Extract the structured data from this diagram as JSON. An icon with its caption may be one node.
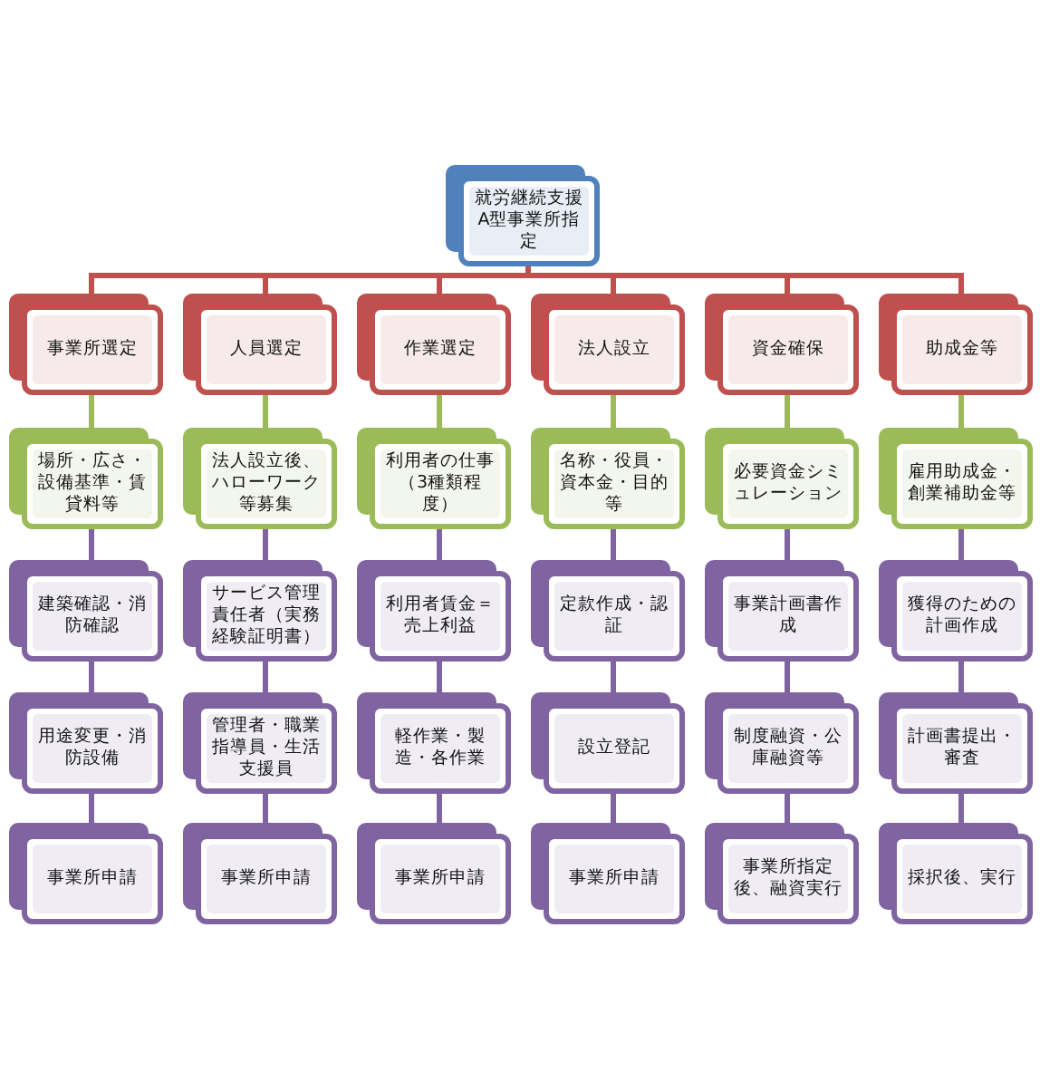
{
  "diagram": {
    "nodes": [
      {
        "text": [
          "就労継続支援A型事業所指定"
        ]
      },
      {
        "text": [
          "事業所選定"
        ]
      },
      {
        "text": [
          "人員選定"
        ]
      },
      {
        "text": [
          "作業選定"
        ]
      },
      {
        "text": [
          "法人設立"
        ]
      },
      {
        "text": [
          "資金確保"
        ]
      },
      {
        "text": [
          "助成金等"
        ]
      },
      {
        "text": [
          "場所・広さ・設備基準・賃貸料等"
        ]
      },
      {
        "text": [
          "法人設立後、ハローワーク等募集"
        ]
      },
      {
        "text": [
          "利用者の仕事（3種類程度）"
        ]
      },
      {
        "text": [
          "名称・役員・資本金・目的等"
        ]
      },
      {
        "text": [
          "必要資金シミュレーション"
        ]
      },
      {
        "text": [
          "雇用助成金・創業補助金等"
        ]
      },
      {
        "text": [
          "建築確認・消防確認"
        ]
      },
      {
        "text": [
          "サービス管理責任者（実務経験証明書）"
        ]
      },
      {
        "text": [
          "利用者賃金＝売上利益"
        ]
      },
      {
        "text": [
          "定款作成・認証"
        ]
      },
      {
        "text": [
          "事業計画書作成"
        ]
      },
      {
        "text": [
          "獲得のための計画作成"
        ]
      },
      {
        "text": [
          "用途変更・消防設備"
        ]
      },
      {
        "text": [
          "管理者・職業指導員・生活支援員"
        ]
      },
      {
        "text": [
          "軽作業・製造・各作業"
        ]
      },
      {
        "text": [
          "設立登記"
        ]
      },
      {
        "text": [
          "制度融資・公庫融資等"
        ]
      },
      {
        "text": [
          "計画書提出・審査"
        ]
      },
      {
        "text": [
          "事業所申請"
        ]
      },
      {
        "text": [
          "事業所申請"
        ]
      },
      {
        "text": [
          "事業所申請"
        ]
      },
      {
        "text": [
          "事業所申請"
        ]
      },
      {
        "text": [
          "事業所指定後、融資実行"
        ]
      },
      {
        "text": [
          "採択後、実行"
        ]
      }
    ],
    "edges": [
      {
        "from": 0,
        "to": 1,
        "arrow": "none",
        "color": "#c0504d"
      },
      {
        "from": 0,
        "to": 2,
        "arrow": "none",
        "color": "#c0504d"
      },
      {
        "from": 0,
        "to": 3,
        "arrow": "none",
        "color": "#c0504d"
      },
      {
        "from": 0,
        "to": 4,
        "arrow": "none",
        "color": "#c0504d"
      },
      {
        "from": 0,
        "to": 5,
        "arrow": "none",
        "color": "#c0504d"
      },
      {
        "from": 0,
        "to": 6,
        "arrow": "none",
        "color": "#c0504d"
      },
      {
        "from": 1,
        "to": 7,
        "arrow": "none",
        "color": "#9bbb59"
      },
      {
        "from": 2,
        "to": 8,
        "arrow": "none",
        "color": "#9bbb59"
      },
      {
        "from": 3,
        "to": 9,
        "arrow": "none",
        "color": "#9bbb59"
      },
      {
        "from": 4,
        "to": 10,
        "arrow": "none",
        "color": "#9bbb59"
      },
      {
        "from": 5,
        "to": 11,
        "arrow": "none",
        "color": "#9bbb59"
      },
      {
        "from": 6,
        "to": 12,
        "arrow": "none",
        "color": "#9bbb59"
      },
      {
        "from": 7,
        "to": 13,
        "arrow": "none"
      },
      {
        "from": 8,
        "to": 14,
        "arrow": "none"
      },
      {
        "from": 9,
        "to": 15,
        "arrow": "none"
      },
      {
        "from": 10,
        "to": 16,
        "arrow": "none"
      },
      {
        "from": 11,
        "to": 17,
        "arrow": "none"
      },
      {
        "from": 12,
        "to": 18,
        "arrow": "none"
      },
      {
        "from": 13,
        "to": 19,
        "arrow": "none"
      },
      {
        "from": 14,
        "to": 20,
        "arrow": "none"
      },
      {
        "from": 15,
        "to": 21,
        "arrow": "none"
      },
      {
        "from": 16,
        "to": 22,
        "arrow": "none"
      },
      {
        "from": 17,
        "to": 23,
        "arrow": "none"
      },
      {
        "from": 18,
        "to": 24,
        "arrow": "none"
      },
      {
        "from": 19,
        "to": 25,
        "arrow": "none"
      },
      {
        "from": 20,
        "to": 26,
        "arrow": "none"
      },
      {
        "from": 21,
        "to": 27,
        "arrow": "none"
      },
      {
        "from": 22,
        "to": 28,
        "arrow": "none"
      },
      {
        "from": 23,
        "to": 29,
        "arrow": "none"
      },
      {
        "from": 24,
        "to": 30,
        "arrow": "none"
      }
    ]
  }
}
